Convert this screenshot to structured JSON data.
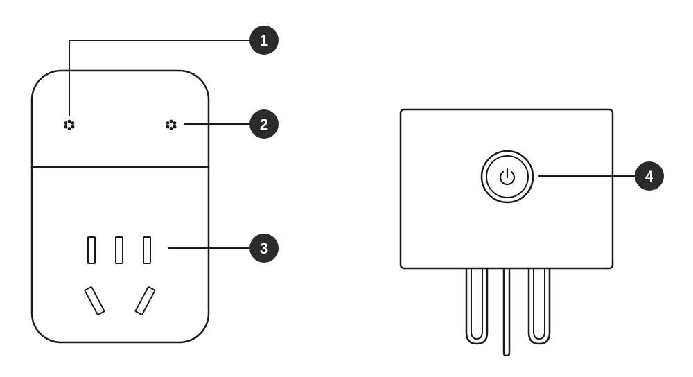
{
  "colors": {
    "stroke": "#1a1a1a",
    "badge": "#2b2b2b",
    "badge_text": "#ffffff",
    "background": "#ffffff"
  },
  "front_view": {
    "indicator_light_1": "sparkle-icon",
    "indicator_light_2": "sparkle-icon",
    "outlet": "socket-icon"
  },
  "side_view": {
    "power_button": "power-icon",
    "prongs": "plug-prongs-icon"
  },
  "callouts": [
    {
      "label": "1"
    },
    {
      "label": "2"
    },
    {
      "label": "3"
    },
    {
      "label": "4"
    }
  ]
}
